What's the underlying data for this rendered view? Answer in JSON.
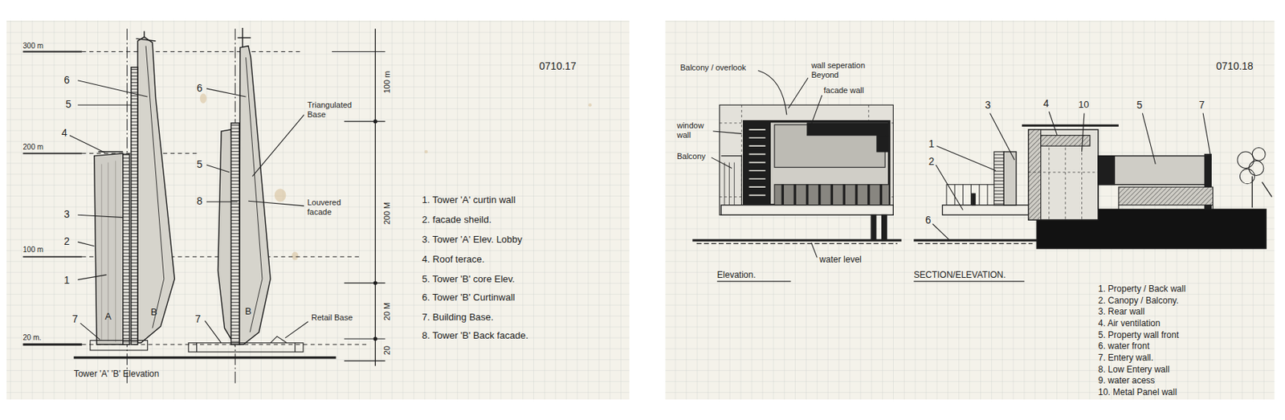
{
  "diagram": {
    "labels": [
      "0710.17",
      "300 m",
      "6",
      "5",
      "4",
      "200 m",
      "3",
      "2",
      "100 m",
      "1",
      "A",
      "B",
      "7",
      "20 m.",
      "Tower 'A' 'B' Elevation",
      "6",
      "5",
      "Triangulated Base",
      "8",
      "Louvered facade",
      "B",
      "7",
      "Retail Base",
      "100 m",
      "200 M",
      "20 M",
      "20",
      "1. Tower 'A' curtin wall",
      "2. facade sheild.",
      "3. Tower 'A' Elev. Lobby",
      "4. Roof terace.",
      "5. Tower 'B' core Elev.",
      "6. Tower 'B' Curtinwall",
      "7. Building Base.",
      "8. Tower 'B' Back facade.",
      "0710.18",
      "Balcony / overlook",
      "wall seperation Beyond",
      "facade wall",
      "window wall",
      "Balcony",
      "water level",
      "Elevation.",
      "3",
      "4",
      "10",
      "5",
      "7",
      "1",
      "2",
      "6",
      "SECTION/ELEVATION.",
      "1. Property / Back wall",
      "2. Canopy / Balcony.",
      "3. Rear wall",
      "4. Air ventilation",
      "5. Property wall front",
      "6. water front",
      "7. Entery wall.",
      "8. Low Entery wall",
      "9. water acess",
      "10. Metal Panel wall"
    ]
  }
}
